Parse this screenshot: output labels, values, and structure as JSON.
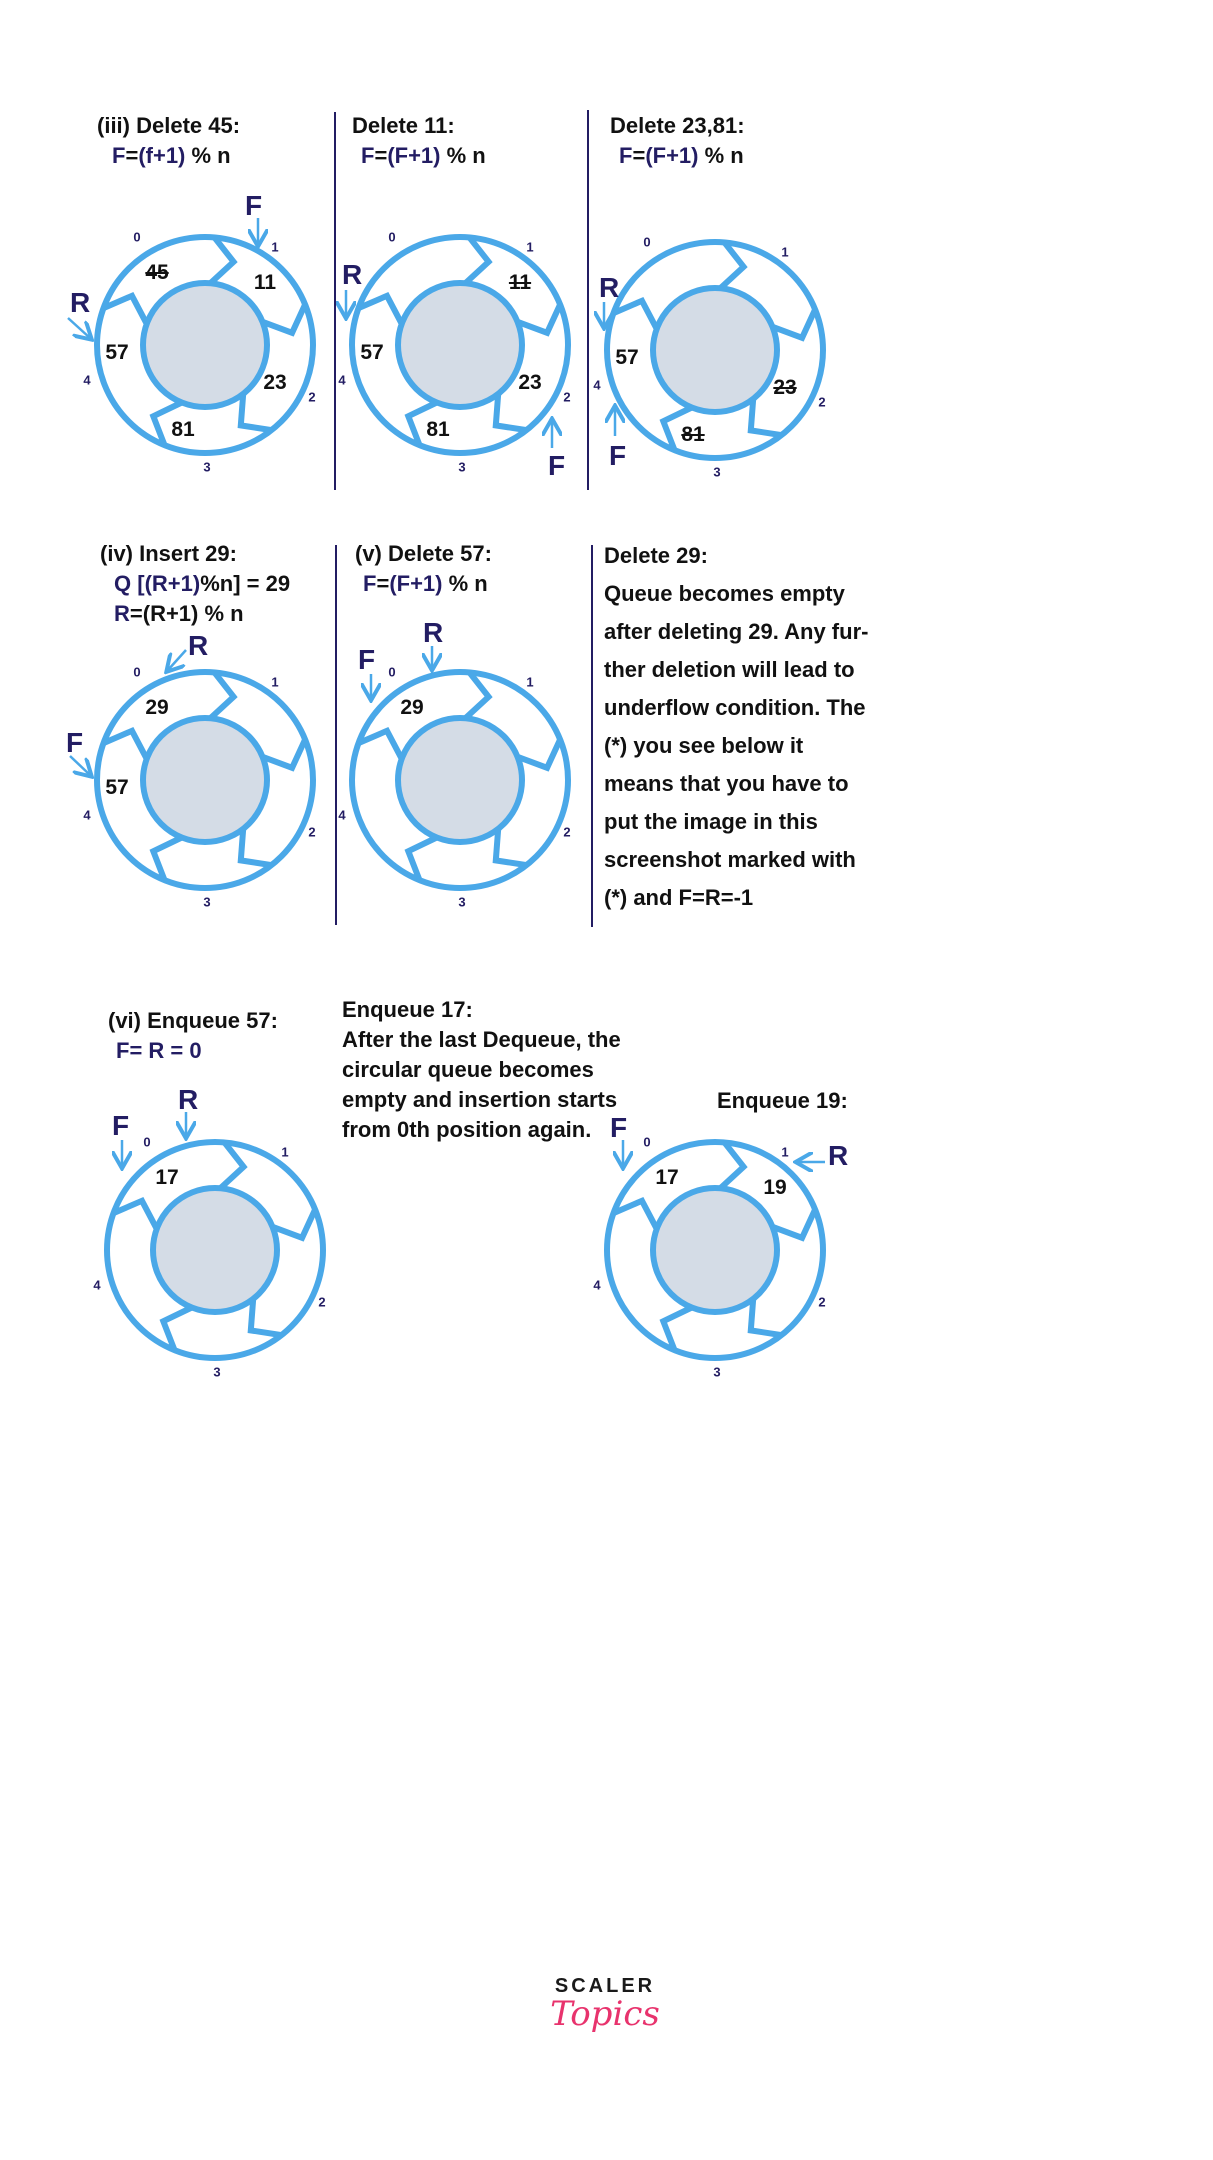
{
  "colors": {
    "ring": "#4aa8e8",
    "inner": "#d4dce6",
    "navy": "#231d63",
    "brand": "#e8336d"
  },
  "indices": [
    "0",
    "1",
    "2",
    "3",
    "4"
  ],
  "panels": [
    {
      "title": "(iii) Delete 45:",
      "formula": [
        "F",
        "=",
        "(f+1)",
        " % n"
      ],
      "slots": [
        "45",
        "11",
        "23",
        "81",
        "57"
      ],
      "struck": [
        true,
        false,
        false,
        false,
        false
      ],
      "front": "F",
      "rear": "R"
    },
    {
      "title": "Delete 11:",
      "formula": [
        "F",
        "=",
        "(F+1)",
        " % n"
      ],
      "slots": [
        "",
        "11",
        "23",
        "81",
        "57"
      ],
      "struck": [
        false,
        true,
        false,
        false,
        false
      ],
      "front": "F",
      "rear": "R"
    },
    {
      "title": "Delete 23,81:",
      "formula": [
        "F",
        "=",
        "(F+1)",
        " % n"
      ],
      "slots": [
        "",
        "",
        "23",
        "81",
        "57"
      ],
      "struck": [
        false,
        false,
        true,
        true,
        false
      ],
      "front": "F",
      "rear": "R"
    },
    {
      "title": "(iv) Insert 29:",
      "formula": [
        "Q [",
        "(R+1)",
        "%n] = 29",
        ""
      ],
      "formula2": [
        "R",
        "=",
        "(R+1)",
        " % n"
      ],
      "slots": [
        "29",
        "",
        "",
        "",
        "57"
      ],
      "struck": [
        false,
        false,
        false,
        false,
        false
      ],
      "front": "F",
      "rear": "R"
    },
    {
      "title": "(v) Delete 57:",
      "formula": [
        "F",
        "=",
        "(F+1)",
        " % n"
      ],
      "slots": [
        "29",
        "",
        "",
        "",
        ""
      ],
      "struck": [
        false,
        false,
        false,
        false,
        false
      ],
      "front": "F",
      "rear": "R"
    },
    {
      "title": "(vi) Enqueue 57:",
      "formula": [
        "F= R = 0",
        "",
        "",
        ""
      ],
      "slots": [
        "17",
        "",
        "",
        "",
        ""
      ],
      "struck": [
        false,
        false,
        false,
        false,
        false
      ],
      "front": "F",
      "rear": "R"
    },
    {
      "title": "Enqueue 19:",
      "slots": [
        "17",
        "19",
        "",
        "",
        ""
      ],
      "struck": [
        false,
        false,
        false,
        false,
        false
      ],
      "front": "F",
      "rear": "R"
    }
  ],
  "delete29": {
    "title": "Delete 29:",
    "lines": [
      "Queue becomes empty",
      "after deleting 29. Any fur-",
      "ther deletion will lead to",
      "underflow condition. The",
      "(*) you see below it",
      "means that you have to",
      "put the image in this",
      "screenshot  marked with",
      "(*) and F=R=-1"
    ]
  },
  "enqueue17": {
    "title": "Enqueue 17:",
    "lines": [
      "After the last Dequeue, the",
      "circular queue becomes",
      "empty and insertion starts",
      "from 0th position again."
    ]
  },
  "logo": {
    "top": "SCALER",
    "bottom": "Topics"
  }
}
